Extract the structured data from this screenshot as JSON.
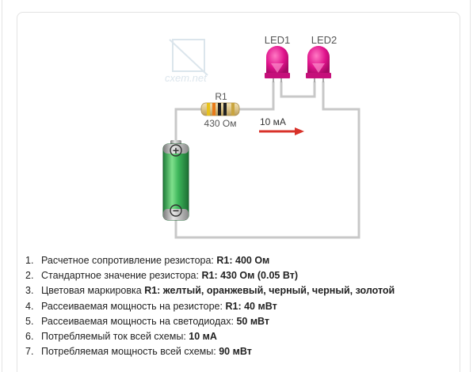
{
  "diagram": {
    "watermark": "cxem.net",
    "components": {
      "led1_label": "LED1",
      "led2_label": "LED2",
      "resistor_label": "R1",
      "resistor_value": "430 Ом",
      "current_label": "10 мА",
      "battery_plus": "+",
      "battery_minus": "−"
    },
    "colors": {
      "wire": "#c8c8c8",
      "led": "#e0138c",
      "arrow": "#d8322a",
      "battery": "#3aa85a"
    }
  },
  "results": [
    {
      "num": "1.",
      "label": "Расчетное сопротивление резистора:",
      "value": "R1: 400 Ом"
    },
    {
      "num": "2.",
      "label": "Стандартное значение резистора:",
      "value": "R1: 430 Ом (0.05 Вт)"
    },
    {
      "num": "3.",
      "label": "Цветовая маркировка",
      "value": "R1: желтый, оранжевый, черный, черный, золотой"
    },
    {
      "num": "4.",
      "label": "Рассеиваемая мощность на резисторе:",
      "value": "R1: 40 мВт"
    },
    {
      "num": "5.",
      "label": "Рассеиваемая мощность на светодиодах:",
      "value": "50 мВт"
    },
    {
      "num": "6.",
      "label": "Потребляемый ток всей схемы:",
      "value": "10 мА"
    },
    {
      "num": "7.",
      "label": "Потребляемая мощность всей схемы:",
      "value": "90 мВт"
    }
  ]
}
